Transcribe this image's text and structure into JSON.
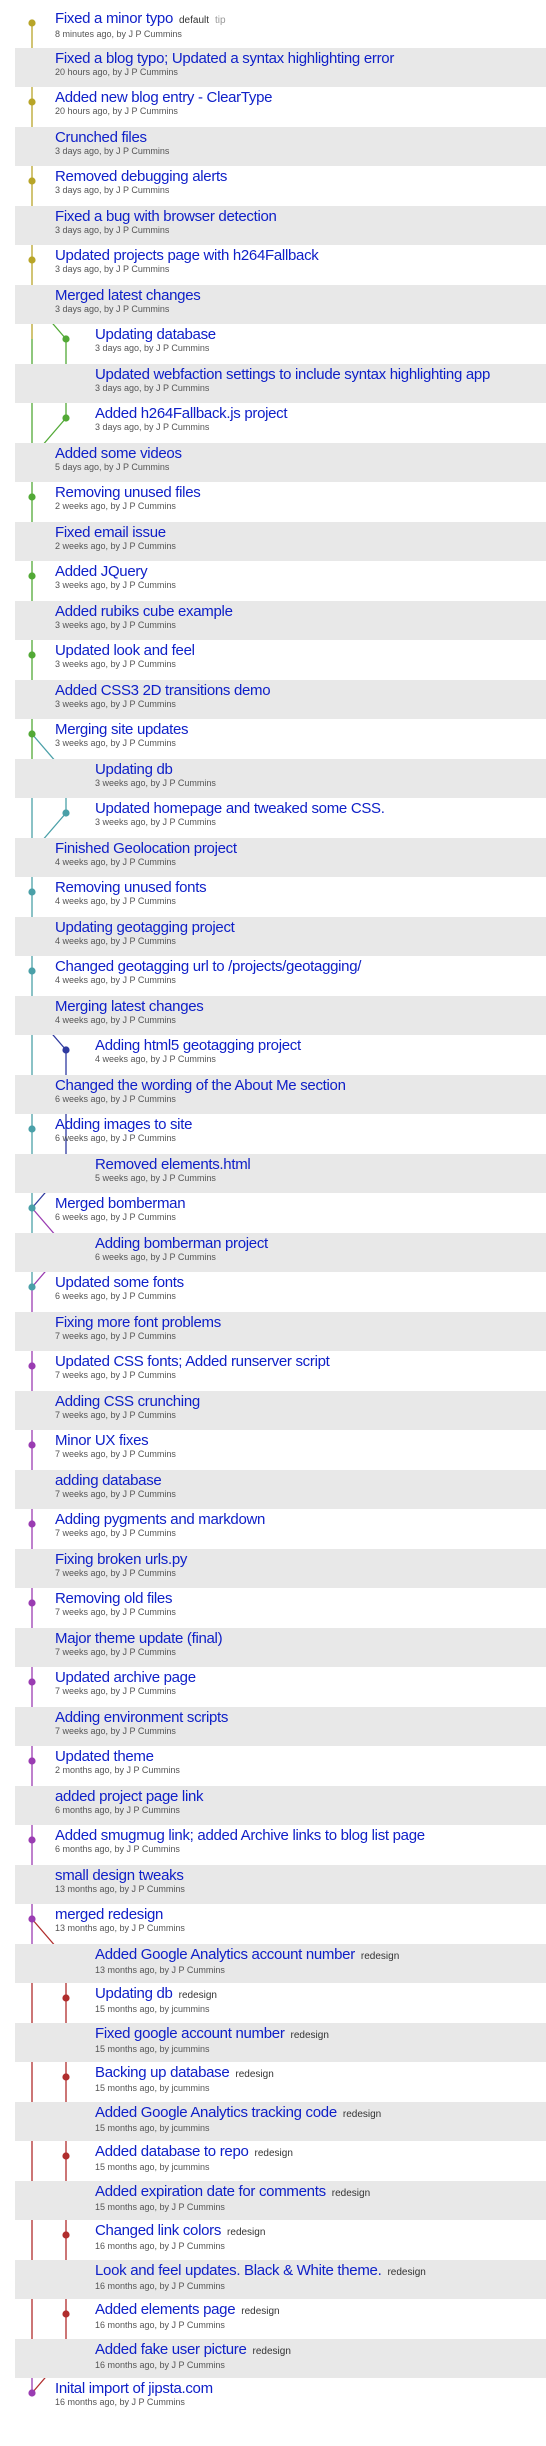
{
  "lane_colors": [
    "#b8a528",
    "#52a936",
    "#4aa0a8",
    "#2f3aa0",
    "#9a3cb2",
    "#b02d2d"
  ],
  "commits": [
    {
      "title": "Fixed a minor typo",
      "meta": "8 minutes ago, by J P Cummins",
      "branch": "default",
      "tag": "tip"
    },
    {
      "title": "Fixed a blog typo; Updated a syntax highlighting error",
      "meta": "20 hours ago, by J P Cummins"
    },
    {
      "title": "Added new blog entry - ClearType",
      "meta": "20 hours ago, by J P Cummins"
    },
    {
      "title": "Crunched files",
      "meta": "3 days ago, by J P Cummins"
    },
    {
      "title": "Removed debugging alerts",
      "meta": "3 days ago, by J P Cummins"
    },
    {
      "title": "Fixed a bug with browser detection",
      "meta": "3 days ago, by J P Cummins"
    },
    {
      "title": "Updated projects page with h264Fallback",
      "meta": "3 days ago, by J P Cummins"
    },
    {
      "title": "Merged latest changes",
      "meta": "3 days ago, by J P Cummins"
    },
    {
      "title": "Updating database",
      "meta": "3 days ago, by J P Cummins"
    },
    {
      "title": "Updated webfaction settings to include syntax highlighting app",
      "meta": "3 days ago, by J P Cummins"
    },
    {
      "title": "Added h264Fallback.js project",
      "meta": "3 days ago, by J P Cummins"
    },
    {
      "title": "Added some videos",
      "meta": "5 days ago, by J P Cummins"
    },
    {
      "title": "Removing unused files",
      "meta": "2 weeks ago, by J P Cummins"
    },
    {
      "title": "Fixed email issue",
      "meta": "2 weeks ago, by J P Cummins"
    },
    {
      "title": "Added JQuery",
      "meta": "3 weeks ago, by J P Cummins"
    },
    {
      "title": "Added rubiks cube example",
      "meta": "3 weeks ago, by J P Cummins"
    },
    {
      "title": "Updated look and feel",
      "meta": "3 weeks ago, by J P Cummins"
    },
    {
      "title": "Added CSS3 2D transitions demo",
      "meta": "3 weeks ago, by J P Cummins"
    },
    {
      "title": "Merging site updates",
      "meta": "3 weeks ago, by J P Cummins"
    },
    {
      "title": "Updating db",
      "meta": "3 weeks ago, by J P Cummins"
    },
    {
      "title": "Updated homepage and tweaked some CSS.",
      "meta": "3 weeks ago, by J P Cummins"
    },
    {
      "title": "Finished Geolocation project",
      "meta": "4 weeks ago, by J P Cummins"
    },
    {
      "title": "Removing unused fonts",
      "meta": "4 weeks ago, by J P Cummins"
    },
    {
      "title": "Updating geotagging project",
      "meta": "4 weeks ago, by J P Cummins"
    },
    {
      "title": "Changed geotagging url to /projects/geotagging/",
      "meta": "4 weeks ago, by J P Cummins"
    },
    {
      "title": "Merging latest changes",
      "meta": "4 weeks ago, by J P Cummins"
    },
    {
      "title": "Adding html5 geotagging project",
      "meta": "4 weeks ago, by J P Cummins"
    },
    {
      "title": "Changed the wording of the About Me section",
      "meta": "6 weeks ago, by J P Cummins"
    },
    {
      "title": "Adding images to site",
      "meta": "6 weeks ago, by J P Cummins"
    },
    {
      "title": "Removed elements.html",
      "meta": "5 weeks ago, by J P Cummins"
    },
    {
      "title": "Merged bomberman",
      "meta": "6 weeks ago, by J P Cummins"
    },
    {
      "title": "Adding bomberman project",
      "meta": "6 weeks ago, by J P Cummins"
    },
    {
      "title": "Updated some fonts",
      "meta": "6 weeks ago, by J P Cummins"
    },
    {
      "title": "Fixing more font problems",
      "meta": "7 weeks ago, by J P Cummins"
    },
    {
      "title": "Updated CSS fonts; Added runserver script",
      "meta": "7 weeks ago, by J P Cummins"
    },
    {
      "title": "Adding CSS crunching",
      "meta": "7 weeks ago, by J P Cummins"
    },
    {
      "title": "Minor UX fixes",
      "meta": "7 weeks ago, by J P Cummins"
    },
    {
      "title": "adding database",
      "meta": "7 weeks ago, by J P Cummins"
    },
    {
      "title": "Adding pygments and markdown",
      "meta": "7 weeks ago, by J P Cummins"
    },
    {
      "title": "Fixing broken urls.py",
      "meta": "7 weeks ago, by J P Cummins"
    },
    {
      "title": "Removing old files",
      "meta": "7 weeks ago, by J P Cummins"
    },
    {
      "title": "Major theme update (final)",
      "meta": "7 weeks ago, by J P Cummins"
    },
    {
      "title": "Updated archive page",
      "meta": "7 weeks ago, by J P Cummins"
    },
    {
      "title": "Adding environment scripts",
      "meta": "7 weeks ago, by J P Cummins"
    },
    {
      "title": "Updated theme",
      "meta": "2 months ago, by J P Cummins"
    },
    {
      "title": "added project page link",
      "meta": "6 months ago, by J P Cummins"
    },
    {
      "title": "Added smugmug link; added Archive links to blog list page",
      "meta": "6 months ago, by J P Cummins"
    },
    {
      "title": "small design tweaks",
      "meta": "13 months ago, by J P Cummins"
    },
    {
      "title": "merged redesign",
      "meta": "13 months ago, by J P Cummins"
    },
    {
      "title": "Added Google Analytics account number",
      "meta": "13 months ago, by J P Cummins",
      "branch": "redesign"
    },
    {
      "title": "Updating db",
      "meta": "15 months ago, by jcummins",
      "branch": "redesign"
    },
    {
      "title": "Fixed google account number",
      "meta": "15 months ago, by jcummins",
      "branch": "redesign"
    },
    {
      "title": "Backing up database",
      "meta": "15 months ago, by jcummins",
      "branch": "redesign"
    },
    {
      "title": "Added Google Analytics tracking code",
      "meta": "15 months ago, by jcummins",
      "branch": "redesign"
    },
    {
      "title": "Added database to repo",
      "meta": "15 months ago, by jcummins",
      "branch": "redesign"
    },
    {
      "title": "Added expiration date for comments",
      "meta": "15 months ago, by J P Cummins",
      "branch": "redesign"
    },
    {
      "title": "Changed link colors",
      "meta": "16 months ago, by J P Cummins",
      "branch": "redesign"
    },
    {
      "title": "Look and feel updates. Black & White theme.",
      "meta": "16 months ago, by J P Cummins",
      "branch": "redesign"
    },
    {
      "title": "Added elements page",
      "meta": "16 months ago, by J P Cummins",
      "branch": "redesign"
    },
    {
      "title": "Added fake user picture",
      "meta": "16 months ago, by J P Cummins",
      "branch": "redesign"
    },
    {
      "title": "Inital import of jipsta.com",
      "meta": "16 months ago, by J P Cummins"
    }
  ]
}
